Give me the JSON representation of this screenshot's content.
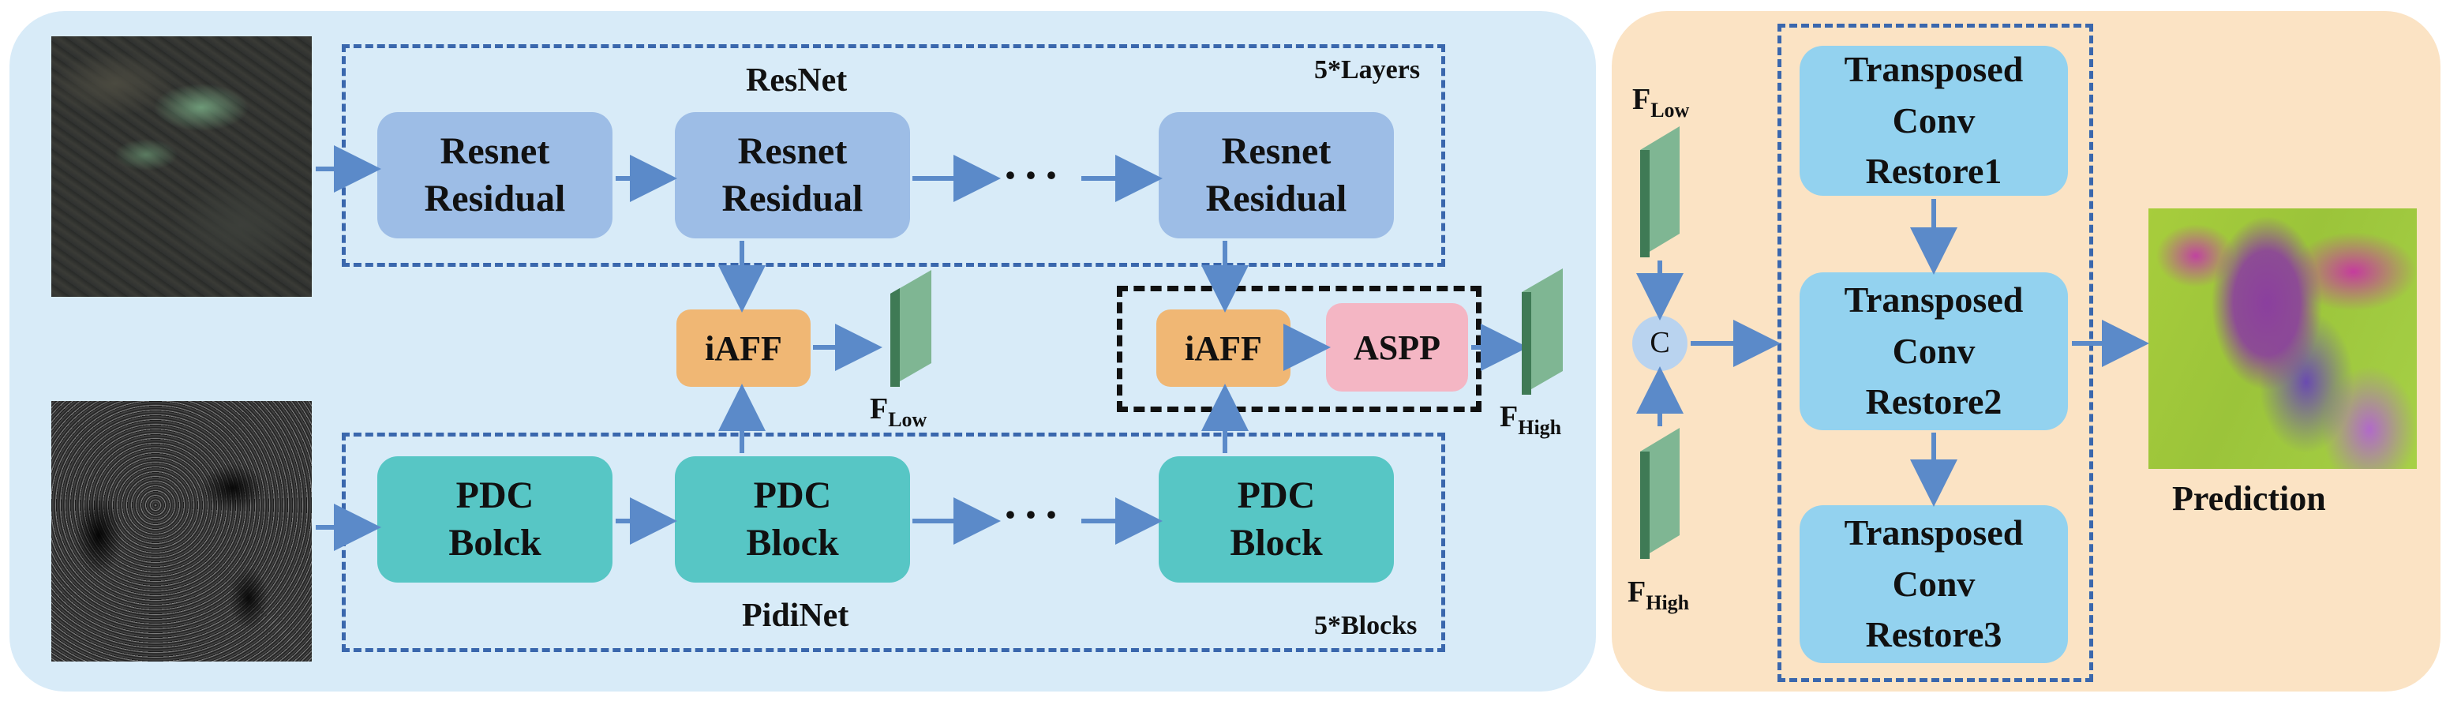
{
  "encoder": {
    "resnet_title": "ResNet",
    "resnet_layers_note": "5*Layers",
    "resnet_blocks": [
      {
        "line1": "Resnet",
        "line2": "Residual"
      },
      {
        "line1": "Resnet",
        "line2": "Residual"
      },
      {
        "line1": "Resnet",
        "line2": "Residual"
      }
    ],
    "pidinet_title": "PidiNet",
    "pidinet_blocks_note": "5*Blocks",
    "pdc_blocks": [
      {
        "line1": "PDC",
        "line2": "Bolck"
      },
      {
        "line1": "PDC",
        "line2": "Block"
      },
      {
        "line1": "PDC",
        "line2": "Block"
      }
    ],
    "ellipsis": "···",
    "iaff_label": "iAFF",
    "aspp_label": "ASPP",
    "f_low": {
      "base": "F",
      "sub": "Low"
    },
    "f_high": {
      "base": "F",
      "sub": "High"
    }
  },
  "decoder": {
    "f_low": {
      "base": "F",
      "sub": "Low"
    },
    "f_high": {
      "base": "F",
      "sub": "High"
    },
    "concat_label": "C",
    "restore_blocks": [
      {
        "line1": "Transposed",
        "line2": "Conv",
        "line3": "Restore1"
      },
      {
        "line1": "Transposed",
        "line2": "Conv",
        "line3": "Restore2"
      },
      {
        "line1": "Transposed",
        "line2": "Conv",
        "line3": "Restore3"
      }
    ],
    "prediction_label": "Prediction"
  },
  "colors": {
    "encoder_panel": "#d8ebf8",
    "decoder_panel": "#fbe3c4",
    "arrow": "#5b8ac9",
    "dash": "#3a67ad",
    "feature_map": "#5f9a73"
  }
}
